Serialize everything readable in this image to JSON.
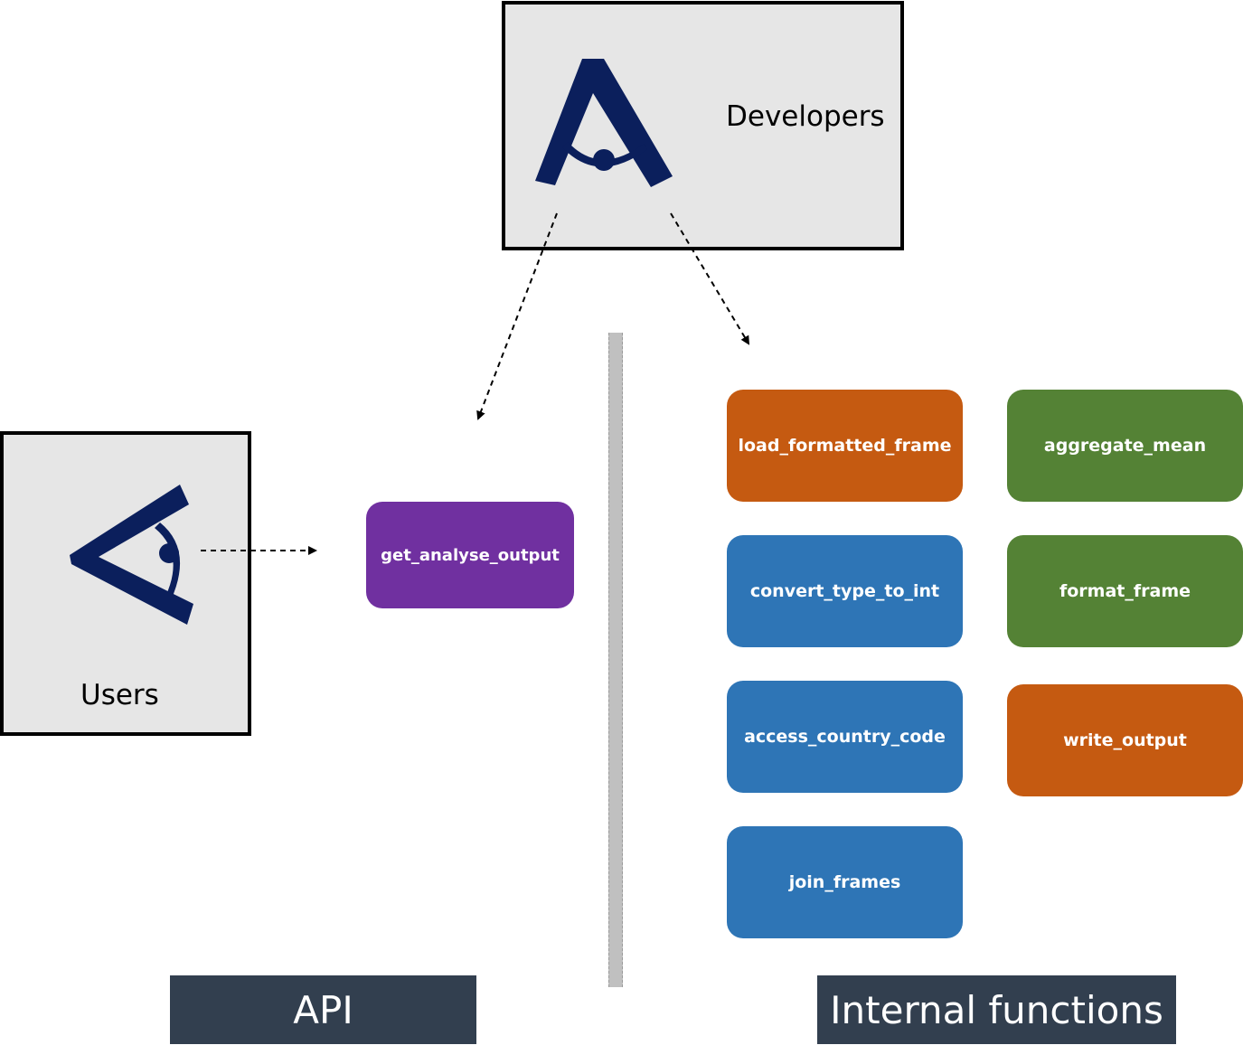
{
  "actors": {
    "developers": {
      "label": "Developers",
      "logo_icon": "eye-logo-icon"
    },
    "users": {
      "label": "Users",
      "logo_icon": "eye-logo-icon"
    }
  },
  "api": {
    "functions": [
      {
        "name": "get_analyse_output",
        "color": "#7030a0"
      }
    ]
  },
  "internal": {
    "functions": [
      {
        "name": "load_formatted_frame",
        "color": "#c55a11"
      },
      {
        "name": "aggregate_mean",
        "color": "#548235"
      },
      {
        "name": "convert_type_to_int",
        "color": "#2e75b6"
      },
      {
        "name": "format_frame",
        "color": "#548235"
      },
      {
        "name": "access_country_code",
        "color": "#2e75b6"
      },
      {
        "name": "write_output",
        "color": "#c55a11"
      },
      {
        "name": "join_frames",
        "color": "#2e75b6"
      }
    ]
  },
  "banners": {
    "api": "API",
    "internal": "Internal functions"
  },
  "colors": {
    "logo": "#0b1f5c",
    "banner": "#323f4f",
    "actor_box": "#e6e6e6"
  }
}
